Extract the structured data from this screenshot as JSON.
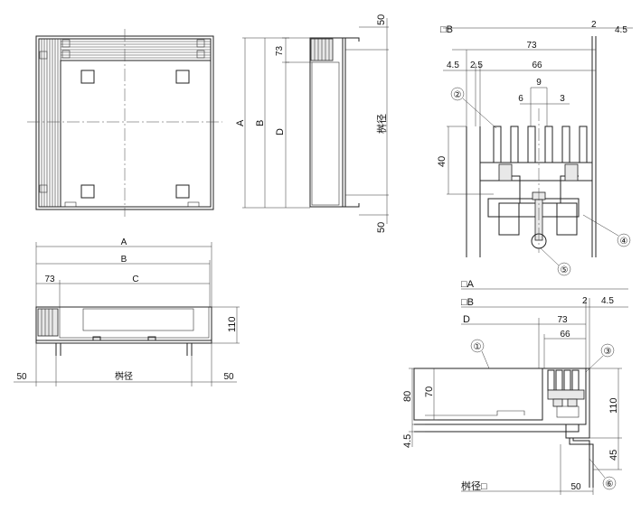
{
  "dims": {
    "top_view": {},
    "side_view": {
      "d50_top": "50",
      "dA": "A",
      "dB": "B",
      "dD": "D",
      "d73": "73",
      "d50_bot": "50",
      "pit": "桝径"
    },
    "front_view": {
      "dA": "A",
      "dB": "B",
      "dC": "C",
      "d73": "73",
      "d110": "110",
      "d50_left": "50",
      "d50_right": "50",
      "pit": "桝径"
    },
    "detail_top": {
      "sqB": "□B",
      "d2": "2",
      "d4_5": "4.5",
      "d73": "73",
      "d4_5_left": "4.5",
      "d2_5": "2.5",
      "d66": "66",
      "d9": "9",
      "d6": "6",
      "d3": "3",
      "d40": "40"
    },
    "detail_bottom": {
      "sqA": "□A",
      "sqB": "□B",
      "d2": "2",
      "d4_5": "4.5",
      "dD": "D",
      "d73": "73",
      "d66": "66",
      "d80": "80",
      "d70": "70",
      "d110": "110",
      "d45": "45",
      "d4_5_left": "4.5",
      "pit_sq": "桝径□",
      "d50": "50"
    }
  },
  "callouts": {
    "c1": "①",
    "c2": "②",
    "c3": "③",
    "c4": "④",
    "c5": "⑤",
    "c6": "⑥"
  }
}
